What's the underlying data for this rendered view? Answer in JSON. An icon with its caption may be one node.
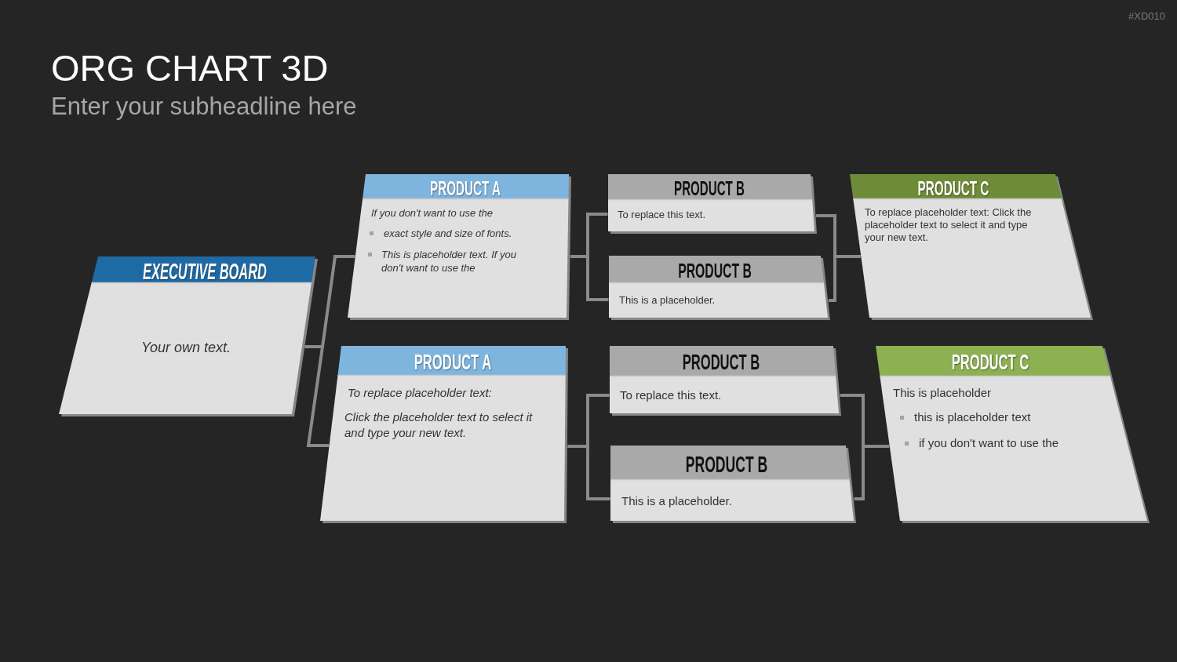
{
  "diagram": {
    "title": "ORG CHART 3D",
    "nodes": [
      {
        "text": [
          "EXECUTIVE BOARD",
          "Your own text."
        ]
      },
      {
        "text": [
          "PRODUCT A",
          "If you don't want to use the",
          "exact style and size of fonts.",
          "This is placeholder text. If you don't want to use the"
        ]
      },
      {
        "text": [
          "PRODUCT B",
          "To replace this text."
        ]
      },
      {
        "text": [
          "PRODUCT B",
          "This is a placeholder."
        ]
      },
      {
        "text": [
          "PRODUCT C",
          "To replace placeholder text: Click the placeholder text to select it and type your new text."
        ]
      },
      {
        "text": [
          "PRODUCT A",
          "To replace placeholder text:",
          "Click the placeholder text to select it and type your new text."
        ]
      },
      {
        "text": [
          "PRODUCT B",
          "To replace this text."
        ]
      },
      {
        "text": [
          "PRODUCT B",
          "This is a placeholder."
        ]
      },
      {
        "text": [
          "PRODUCT C",
          "This is placeholder",
          "this is placeholder text",
          "if you don't want to use the"
        ]
      }
    ],
    "edges": [
      {
        "from": 0,
        "to": 1,
        "arrow": "none"
      },
      {
        "from": 0,
        "to": 5,
        "arrow": "none"
      },
      {
        "from": 1,
        "to": 2,
        "arrow": "none"
      },
      {
        "from": 1,
        "to": 3,
        "arrow": "none"
      },
      {
        "from": 2,
        "to": 4,
        "arrow": "none"
      },
      {
        "from": 3,
        "to": 4,
        "arrow": "none"
      },
      {
        "from": 5,
        "to": 6,
        "arrow": "none"
      },
      {
        "from": 5,
        "to": 7,
        "arrow": "none"
      },
      {
        "from": 6,
        "to": 8,
        "arrow": "none"
      },
      {
        "from": 7,
        "to": 8,
        "arrow": "none"
      }
    ],
    "labels": [
      "#XD010",
      "Enter your subheadline here"
    ]
  }
}
